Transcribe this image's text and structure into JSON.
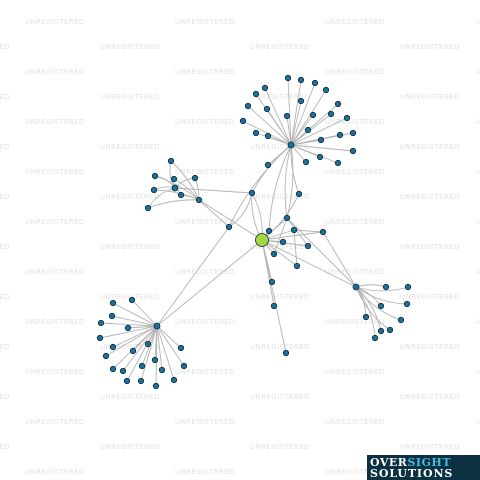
{
  "watermark_text": "UNREGISTERED",
  "logo": {
    "word1": "OVER",
    "word2": "SIGHT",
    "word3": "SOLUTIONS"
  },
  "colors": {
    "node_fill": "#1d6f9e",
    "node_stroke": "#0a2a3a",
    "center_node_fill": "#a4d842",
    "edge": "#b3b3b3",
    "logo_background": "#0b3142",
    "logo_accent": "#48b7d9"
  }
}
